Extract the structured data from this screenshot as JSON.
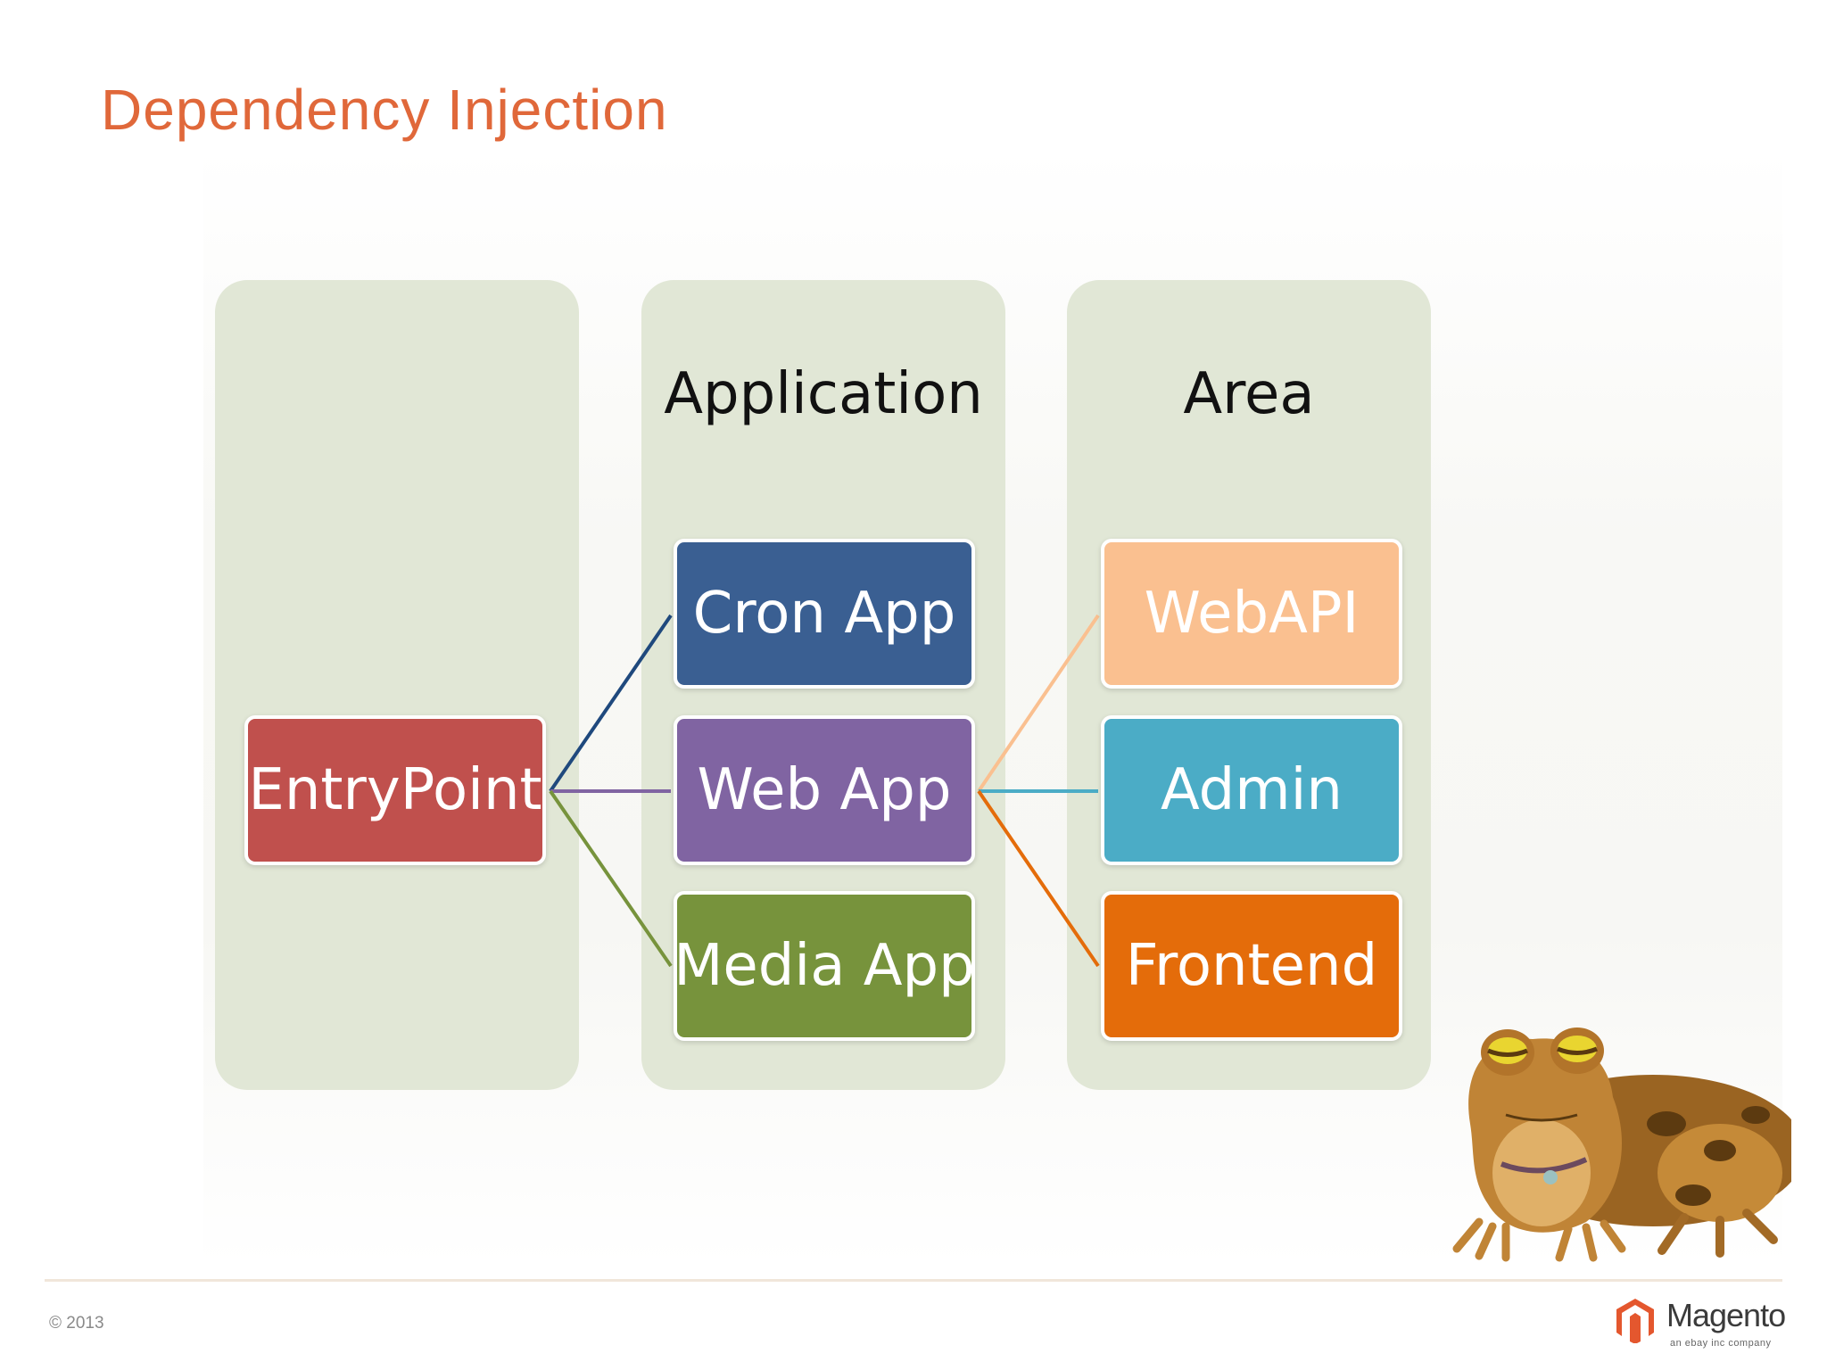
{
  "title": "Dependency Injection",
  "columns": [
    {
      "label": ""
    },
    {
      "label": "Application"
    },
    {
      "label": "Area"
    }
  ],
  "nodes": {
    "entry_point": {
      "label": "EntryPoint",
      "color": "#C0504D"
    },
    "cron_app": {
      "label": "Cron App",
      "color": "#3A5F92"
    },
    "web_app": {
      "label": "Web App",
      "color": "#8064A2"
    },
    "media_app": {
      "label": "Media App",
      "color": "#77933C"
    },
    "webapi": {
      "label": "WebAPI",
      "color": "#FAC090"
    },
    "admin": {
      "label": "Admin",
      "color": "#4BACC6"
    },
    "frontend": {
      "label": "Frontend",
      "color": "#E46C0A"
    }
  },
  "connector_colors": {
    "entry_to_cron": "#1F497D",
    "entry_to_web": "#8064A2",
    "entry_to_media": "#77933C",
    "web_to_webapi": "#FAC090",
    "web_to_admin": "#4BACC6",
    "web_to_frontend": "#E46C0A"
  },
  "footer": {
    "copyright": "© 2013",
    "logo_text": "Magento",
    "logo_tagline": "an ebay inc company",
    "logo_color": "#E4572E"
  },
  "accent_color": "#E0683A"
}
